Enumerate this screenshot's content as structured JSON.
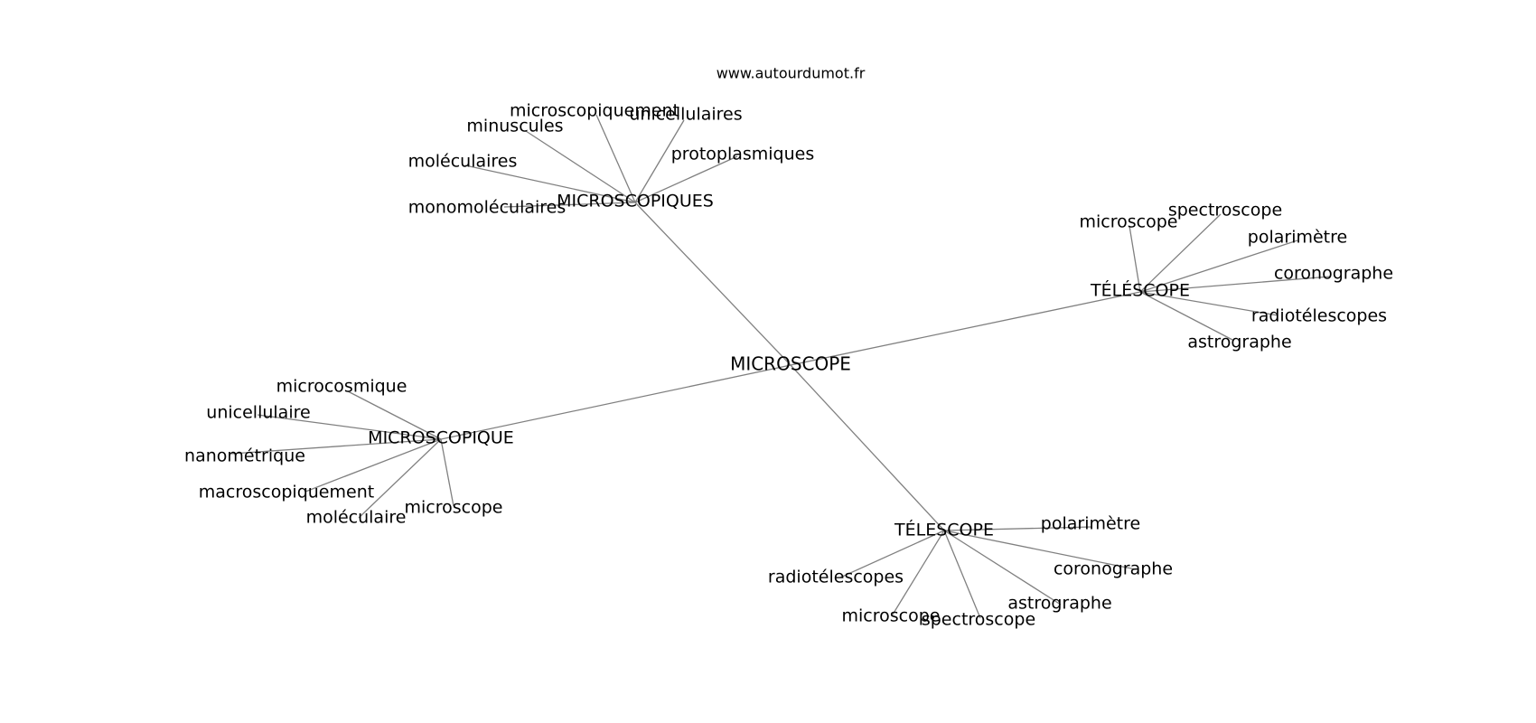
{
  "watermark": "www.autourdumot.fr",
  "center": "MICROSCOPE",
  "hubs": [
    {
      "label": "MICROSCOPIQUES",
      "leaves": [
        "microscopiquement",
        "unicellulaires",
        "minuscules",
        "protoplasmiques",
        "moléculaires",
        "monomoléculaires"
      ]
    },
    {
      "label": "TÉLÉSCOPE",
      "leaves": [
        "microscope",
        "spectroscope",
        "polarimètre",
        "coronographe",
        "radiotélescopes",
        "astrographe"
      ]
    },
    {
      "label": "MICROSCOPIQUE",
      "leaves": [
        "microcosmique",
        "unicellulaire",
        "nanométrique",
        "macroscopiquement",
        "moléculaire",
        "microscope"
      ]
    },
    {
      "label": "TÉLESCOPE",
      "leaves": [
        "polarimètre",
        "coronographe",
        "astrographe",
        "spectroscope",
        "microscope",
        "radiotélescopes"
      ]
    }
  ],
  "colors": {
    "edge": "#808080",
    "text": "#000000",
    "background": "#ffffff"
  }
}
